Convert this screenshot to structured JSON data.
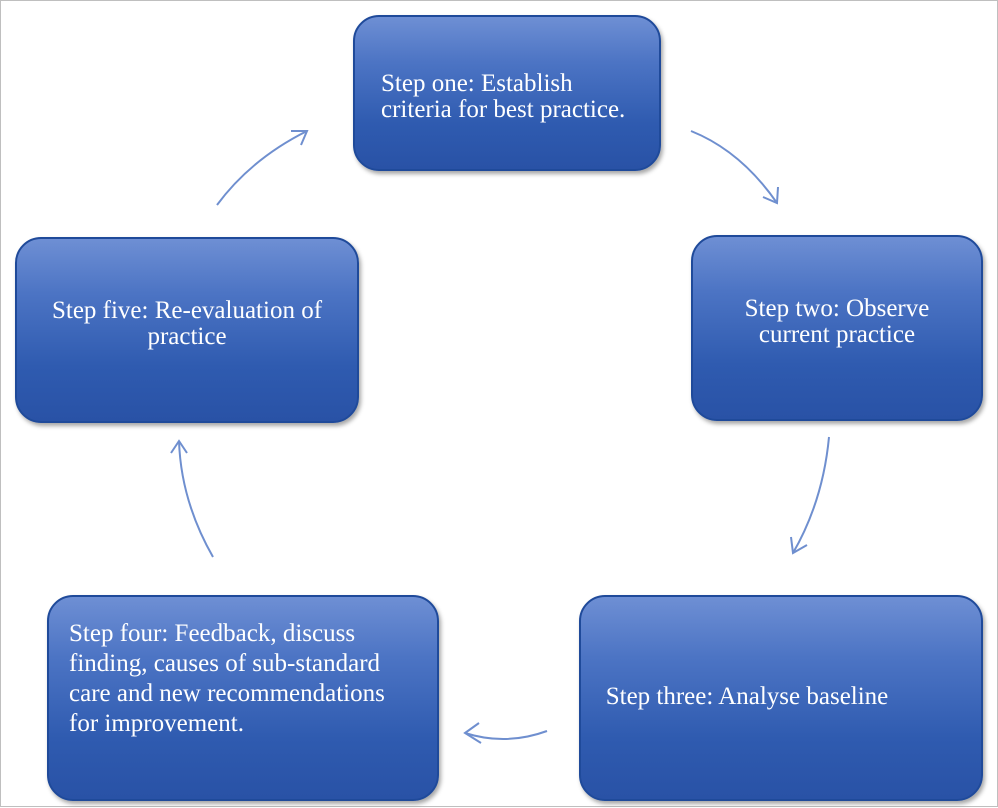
{
  "diagram": {
    "steps": [
      {
        "id": "step-one",
        "text": "Step one: Establish criteria for best practice."
      },
      {
        "id": "step-two",
        "text": "Step two: Observe current practice"
      },
      {
        "id": "step-three",
        "text": "Step three: Analyse baseline"
      },
      {
        "id": "step-four",
        "text": "Step four: Feedback, discuss finding, causes of sub-standard care and new recommendations for improvement."
      },
      {
        "id": "step-five",
        "text": "Step five: Re-evaluation of practice"
      }
    ],
    "colors": {
      "box_fill": "#3a63b8",
      "box_border": "#1f4a9a",
      "box_text": "#ffffff",
      "arrow": "#6f8fcf"
    }
  }
}
